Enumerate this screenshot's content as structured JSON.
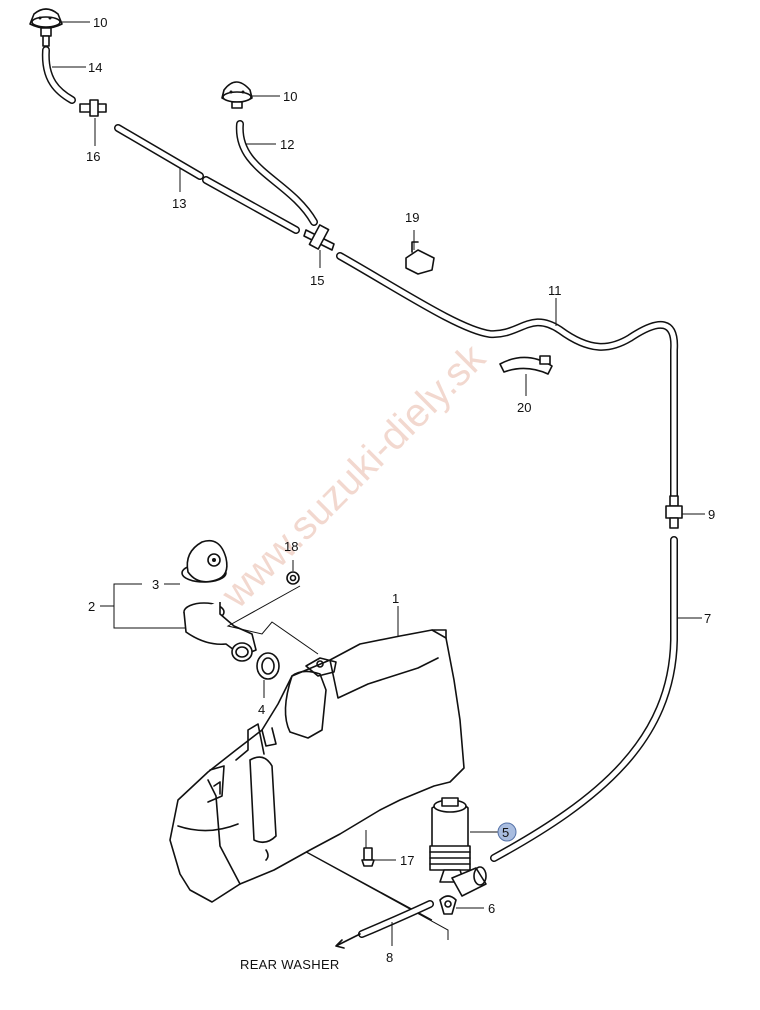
{
  "watermark": "www.suzuki-diely.sk",
  "note": "REAR WASHER",
  "callouts": {
    "p1": "1",
    "p2": "2",
    "p3": "3",
    "p4": "4",
    "p5": "5",
    "p6": "6",
    "p7": "7",
    "p8": "8",
    "p9": "9",
    "p10a": "10",
    "p10b": "10",
    "p11": "11",
    "p12": "12",
    "p13": "13",
    "p14": "14",
    "p15": "15",
    "p16": "16",
    "p17": "17",
    "p18": "18",
    "p19": "19",
    "p20": "20"
  },
  "highlighted_part": "5",
  "colors": {
    "line": "#111111",
    "highlight": "#a9bde0",
    "watermark": "#e8b9a8"
  }
}
